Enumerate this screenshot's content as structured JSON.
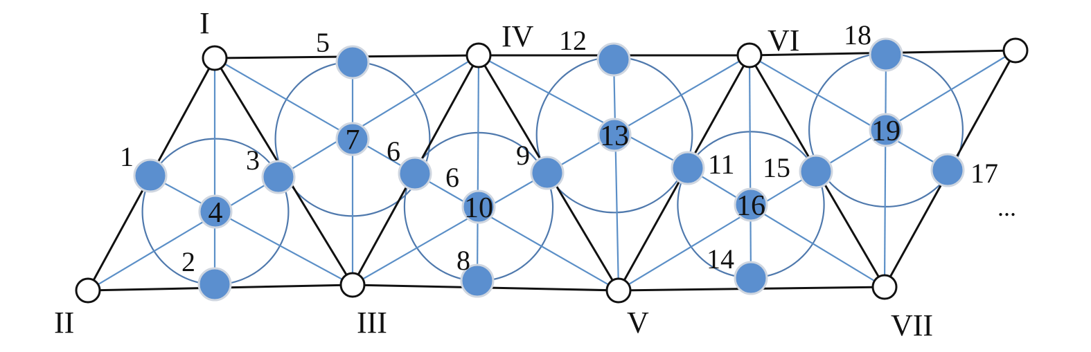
{
  "outer_nodes": [
    {
      "id": "I",
      "label": "I"
    },
    {
      "id": "II",
      "label": "II"
    },
    {
      "id": "III",
      "label": "III"
    },
    {
      "id": "IV",
      "label": "IV"
    },
    {
      "id": "V",
      "label": "V"
    },
    {
      "id": "VI",
      "label": "VI"
    },
    {
      "id": "VII",
      "label": "VII"
    },
    {
      "id": "VIII",
      "label": ""
    }
  ],
  "inner_nodes": [
    {
      "id": "1",
      "label": "1",
      "inside": false
    },
    {
      "id": "2",
      "label": "2",
      "inside": false
    },
    {
      "id": "3",
      "label": "3",
      "inside": false
    },
    {
      "id": "4",
      "label": "4",
      "inside": true
    },
    {
      "id": "5",
      "label": "5",
      "inside": false
    },
    {
      "id": "6",
      "label": "6",
      "inside": false
    },
    {
      "id": "7",
      "label": "7",
      "inside": true
    },
    {
      "id": "8",
      "label": "8",
      "inside": false
    },
    {
      "id": "9",
      "label": "9",
      "inside": false
    },
    {
      "id": "10",
      "label": "10",
      "inside": true
    },
    {
      "id": "11",
      "label": "11",
      "inside": false
    },
    {
      "id": "12",
      "label": "12",
      "inside": false
    },
    {
      "id": "13",
      "label": "13",
      "inside": true
    },
    {
      "id": "14",
      "label": "14",
      "inside": false
    },
    {
      "id": "15",
      "label": "15",
      "inside": false
    },
    {
      "id": "16",
      "label": "16",
      "inside": true
    },
    {
      "id": "17",
      "label": "17",
      "inside": false
    },
    {
      "id": "18",
      "label": "18",
      "inside": false
    },
    {
      "id": "19",
      "label": "19",
      "inside": true
    }
  ],
  "extra_labels": [
    {
      "id": "6b",
      "label": "6"
    }
  ],
  "ellipsis": "...",
  "colors": {
    "outer_edge": "#111111",
    "inner_edge": "#5b8fc7",
    "inner_node_fill": "#5b8fcf",
    "circle": "#4f79ad"
  }
}
